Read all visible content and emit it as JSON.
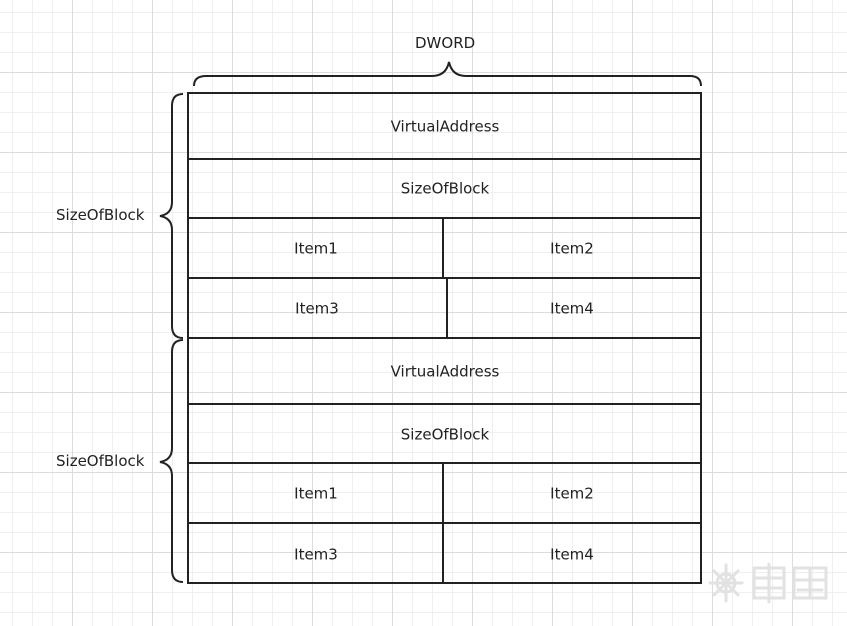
{
  "top_label": "DWORD",
  "blocks": [
    {
      "side_label": "SizeOfBlock",
      "row_virtual_address": "VirtualAddress",
      "row_size_of_block": "SizeOfBlock",
      "items": [
        "Item1",
        "Item2",
        "Item3",
        "Item4"
      ]
    },
    {
      "side_label": "SizeOfBlock",
      "row_virtual_address": "VirtualAddress",
      "row_size_of_block": "SizeOfBlock",
      "items": [
        "Item1",
        "Item2",
        "Item3",
        "Item4"
      ]
    }
  ],
  "colors": {
    "stroke": "#222222",
    "text": "#222222",
    "grid": "#dcdcdc",
    "watermark": "#e2e2e2"
  },
  "watermark_icon": "kanxue-logo-icon"
}
